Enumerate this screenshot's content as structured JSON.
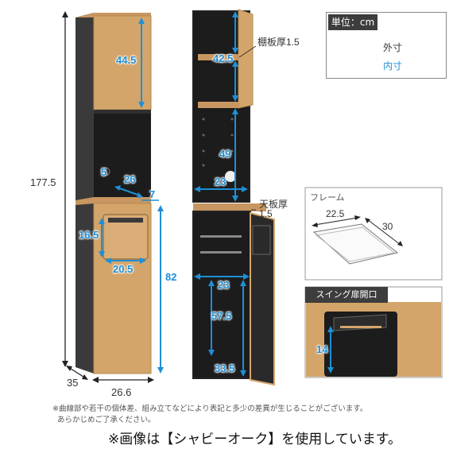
{
  "legend": {
    "unit_label": "単位：cm",
    "outer_label": "外寸",
    "inner_label": "内寸"
  },
  "left_view": {
    "total_height": "177.5",
    "upper_door_inner": "44.5",
    "open_shelf_marker": "5",
    "open_shelf_depth": "26",
    "lower_door_gap": "7",
    "lower_opening_height": "16.5",
    "lower_opening_width": "20.5",
    "lower_height": "82",
    "depth": "35",
    "width": "26.6"
  },
  "middle_view": {
    "shelf_thickness_label": "棚板厚1.5",
    "upper_inner_height": "42.5",
    "middle_inner_height": "49",
    "middle_inner_width": "23",
    "top_board_label": "天板厚",
    "top_board_value": "1.5",
    "lower_inner_width": "23",
    "lower_inner_height": "57.5",
    "bottom_inner_height": "33.5"
  },
  "frame_panel": {
    "title": "フレーム",
    "width": "22.5",
    "depth": "30"
  },
  "swing_panel": {
    "title": "スイング扉開口",
    "height": "14"
  },
  "notes": {
    "line1": "※曲線部や若干の個体差、組み立てなどにより表記と多少の差異が生じることがございます。",
    "line2": "あらかじめご了承ください。",
    "footer": "※画像は【シャビーオーク】を使用しています。"
  },
  "colors": {
    "oak": "#d4a56a",
    "cabinet_dark": "#3a3a3a",
    "inner_blue": "#1e8fd6",
    "outer_black": "#222222"
  }
}
